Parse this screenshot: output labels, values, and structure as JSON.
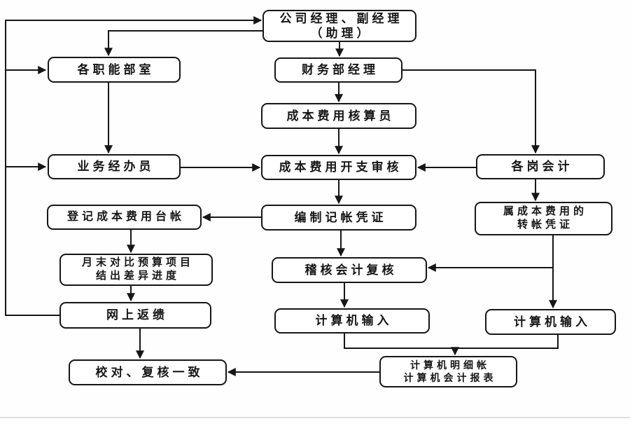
{
  "diagram": {
    "nodes": [
      {
        "id": "gm",
        "lines": [
          "公司经理、副经理",
          "（助理）"
        ]
      },
      {
        "id": "dept",
        "lines": [
          "各职能部室"
        ]
      },
      {
        "id": "finance-manager",
        "lines": [
          "财务部经理"
        ]
      },
      {
        "id": "cost-accountant",
        "lines": [
          "成本费用核算员"
        ]
      },
      {
        "id": "business-handler",
        "lines": [
          "业务经办员"
        ]
      },
      {
        "id": "expense-review",
        "lines": [
          "成本费用开支审核"
        ]
      },
      {
        "id": "post-accountants",
        "lines": [
          "各岗会计"
        ]
      },
      {
        "id": "cost-ledger",
        "lines": [
          "登记成本费用台帐"
        ]
      },
      {
        "id": "voucher",
        "lines": [
          "编制记帐凭证"
        ]
      },
      {
        "id": "transfer-voucher",
        "lines": [
          "属成本费用的",
          "转帐凭证"
        ]
      },
      {
        "id": "monthly-compare",
        "lines": [
          "月末对比预算项目",
          "结出差异进度"
        ]
      },
      {
        "id": "audit-review",
        "lines": [
          "稽核会计复核"
        ]
      },
      {
        "id": "online-feedback",
        "lines": [
          "网上返缋"
        ]
      },
      {
        "id": "computer-input-center",
        "lines": [
          "计算机输入"
        ]
      },
      {
        "id": "computer-input-right",
        "lines": [
          "计算机输入"
        ]
      },
      {
        "id": "check-consistent",
        "lines": [
          "校对、复核一致"
        ]
      },
      {
        "id": "computer-reports",
        "lines": [
          "计算机明细帐",
          "计算机会计报表"
        ]
      }
    ],
    "edges": [
      {
        "from": "gm",
        "to": "finance-manager"
      },
      {
        "from": "gm",
        "to": "dept"
      },
      {
        "from": "online-feedback",
        "to": "gm"
      },
      {
        "from": "online-feedback",
        "to": "dept"
      },
      {
        "from": "online-feedback",
        "to": "business-handler"
      },
      {
        "from": "dept",
        "to": "business-handler"
      },
      {
        "from": "finance-manager",
        "to": "cost-accountant"
      },
      {
        "from": "finance-manager",
        "to": "post-accountants"
      },
      {
        "from": "cost-accountant",
        "to": "expense-review"
      },
      {
        "from": "business-handler",
        "to": "expense-review"
      },
      {
        "from": "post-accountants",
        "to": "expense-review"
      },
      {
        "from": "expense-review",
        "to": "voucher"
      },
      {
        "from": "voucher",
        "to": "cost-ledger"
      },
      {
        "from": "voucher",
        "to": "audit-review"
      },
      {
        "from": "post-accountants",
        "to": "transfer-voucher"
      },
      {
        "from": "transfer-voucher",
        "to": "audit-review"
      },
      {
        "from": "transfer-voucher",
        "to": "computer-input-right"
      },
      {
        "from": "cost-ledger",
        "to": "monthly-compare"
      },
      {
        "from": "monthly-compare",
        "to": "online-feedback"
      },
      {
        "from": "online-feedback",
        "to": "check-consistent"
      },
      {
        "from": "audit-review",
        "to": "computer-input-center"
      },
      {
        "from": "computer-input-center",
        "to": "computer-reports"
      },
      {
        "from": "computer-input-right",
        "to": "computer-reports"
      },
      {
        "from": "computer-reports",
        "to": "check-consistent"
      }
    ]
  },
  "colors": {
    "line": "#161616",
    "box_border": "#161616",
    "box_fill": "#ffffff",
    "text": "#161616",
    "background": "#ffffff"
  }
}
